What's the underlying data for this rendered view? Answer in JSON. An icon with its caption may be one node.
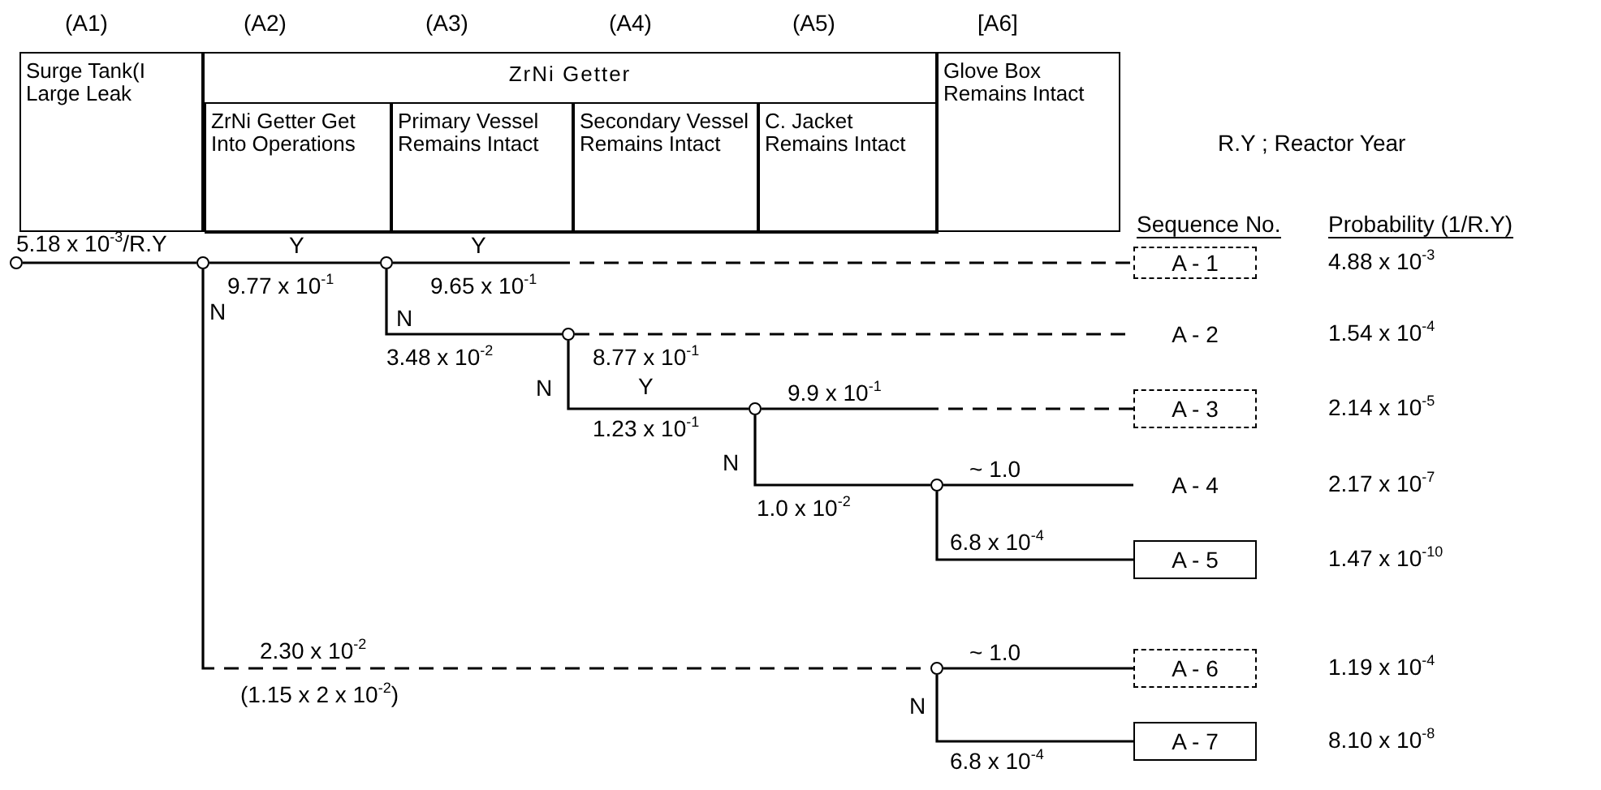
{
  "diagram": {
    "nodes": [
      {
        "text": [
          "Surge Tank(I Large Leak"
        ]
      },
      {
        "text": [
          "ZrNi Getter"
        ]
      },
      {
        "text": [
          "ZrNi Getter Get Into Operations"
        ],
        "in": 1
      },
      {
        "text": [
          "Primary Vessel Remains Intact"
        ],
        "in": 1
      },
      {
        "text": [
          "Secondary Vessel Remains Intact"
        ],
        "in": 1
      },
      {
        "text": [
          "C. Jacket Remains Intact"
        ],
        "in": 1
      },
      {
        "text": [
          "Glove Box Remains Intact"
        ]
      },
      {
        "text": [],
        "shape": "circle"
      },
      {
        "text": [],
        "shape": "circle"
      },
      {
        "text": [],
        "shape": "circle"
      },
      {
        "text": [],
        "shape": "circle"
      },
      {
        "text": [],
        "shape": "circle"
      },
      {
        "text": [],
        "shape": "circle"
      },
      {
        "text": [],
        "shape": "circle"
      },
      {
        "text": [
          "A - 1"
        ]
      },
      {
        "text": [
          "A - 2"
        ]
      },
      {
        "text": [
          "A - 3"
        ]
      },
      {
        "text": [
          "A - 4"
        ]
      },
      {
        "text": [
          "A - 5"
        ]
      },
      {
        "text": [
          "A - 6"
        ]
      },
      {
        "text": [
          "A - 7"
        ]
      }
    ],
    "edges": [
      {
        "from": 7,
        "to": 8,
        "arrow": "none",
        "label": "5.18 x 10$^{-3}$/R.Y"
      },
      {
        "from": 8,
        "to": 9,
        "arrow": "none",
        "label": "Y"
      },
      {
        "from": 8,
        "to": 13,
        "arrow": "none",
        "label": "N",
        "style": "dashed"
      },
      {
        "from": 9,
        "to": 14,
        "arrow": "none",
        "label": "Y",
        "style": "dashed"
      },
      {
        "from": 9,
        "to": 10,
        "arrow": "none",
        "label": "N"
      },
      {
        "from": 10,
        "to": 15,
        "arrow": "none",
        "style": "dashed"
      },
      {
        "from": 10,
        "to": 11,
        "arrow": "none",
        "label": "N"
      },
      {
        "from": 11,
        "to": 16,
        "arrow": "none",
        "style": "dashed"
      },
      {
        "from": 11,
        "to": 12,
        "arrow": "none",
        "label": "N"
      },
      {
        "from": 12,
        "to": 17,
        "arrow": "none"
      },
      {
        "from": 12,
        "to": 18,
        "arrow": "none"
      },
      {
        "from": 13,
        "to": 19,
        "arrow": "none"
      },
      {
        "from": 13,
        "to": 20,
        "arrow": "none",
        "label": "N"
      }
    ],
    "labels": [
      "(A1)",
      "(A2)",
      "(A3)",
      "(A4)",
      "(A5)",
      "[A6]",
      "R.Y ; Reactor Year",
      "Sequence No.",
      "Probability (1/R.Y)",
      "9.77 x 10$^{-1}$",
      "9.65 x 10$^{-1}$",
      "3.48 x 10$^{-2}$",
      "8.77 x 10$^{-1}$",
      "Y",
      "1.23 x 10$^{-1}$",
      "9.9 x 10$^{-1}$",
      "1.0 x 10$^{-2}$",
      "~ 1.0",
      "6.8 x 10$^{-4}$",
      "2.30 x 10$^{-2}$",
      "(1.15 x 2 x 10$^{-2}$)",
      "~ 1.0",
      "6.8 x 10$^{-4}$",
      "4.88 x 10$^{-3}$",
      "1.54 x 10$^{-4}$",
      "2.14 x 10$^{-5}$",
      "2.17 x 10$^{-7}$",
      "1.47 x 10$^{-10}$",
      "1.19 x 10$^{-4}$",
      "8.10 x 10$^{-8}$"
    ]
  }
}
